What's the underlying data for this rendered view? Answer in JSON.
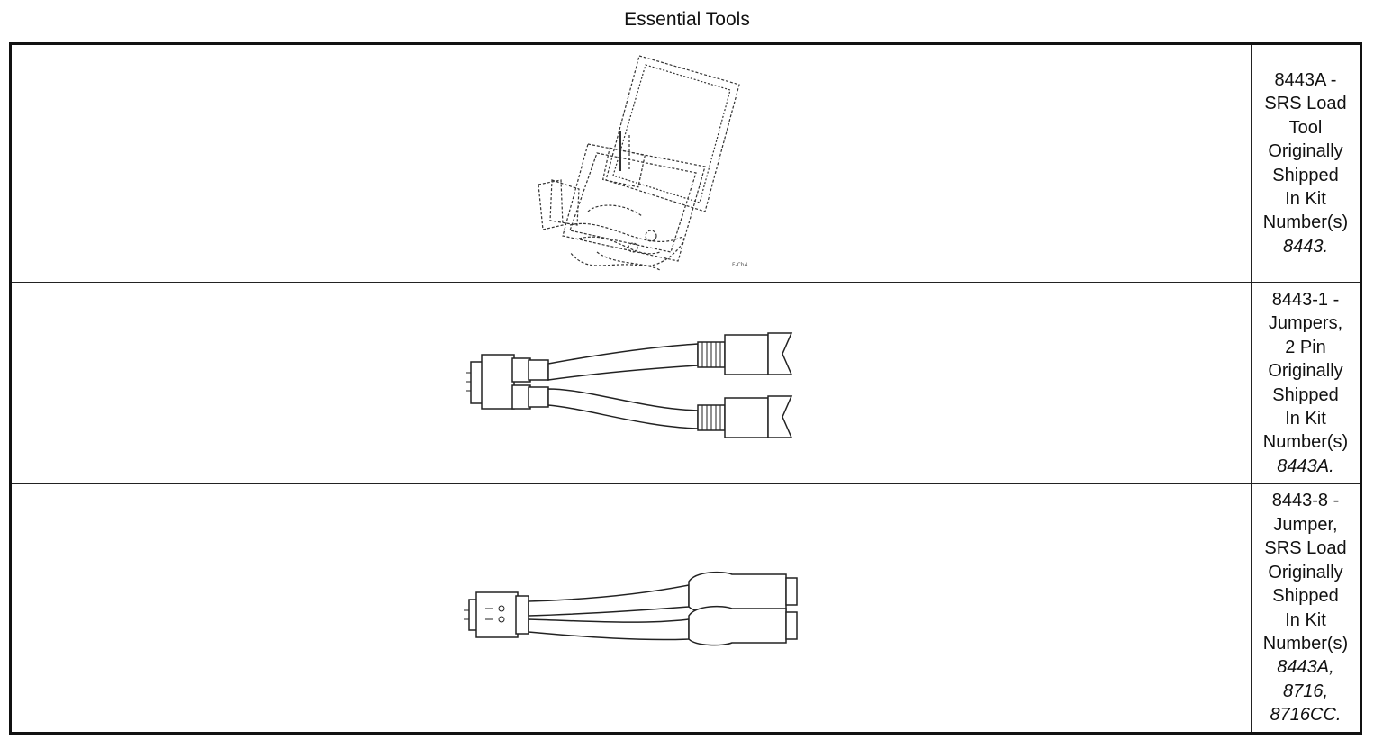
{
  "page": {
    "title": "Essential Tools"
  },
  "tools": [
    {
      "number_line": "8443A -",
      "name_lines": [
        "SRS Load",
        "Tool"
      ],
      "shipped_lines": [
        "Originally",
        "Shipped",
        "In Kit",
        "Number(s)"
      ],
      "kits": [
        "8443."
      ],
      "illustration": "srs-load-tool-kit-illustration"
    },
    {
      "number_line": "8443-1 -",
      "name_lines": [
        "Jumpers,",
        "2 Pin"
      ],
      "shipped_lines": [
        "Originally",
        "Shipped",
        "In Kit",
        "Number(s)"
      ],
      "kits": [
        "8443A."
      ],
      "illustration": "two-pin-jumpers-illustration"
    },
    {
      "number_line": "8443-8 -",
      "name_lines": [
        "Jumper,",
        "SRS Load"
      ],
      "shipped_lines": [
        "Originally",
        "Shipped",
        "In Kit",
        "Number(s)"
      ],
      "kits": [
        "8443A,",
        "8716,",
        "8716CC."
      ],
      "illustration": "srs-load-jumper-illustration"
    }
  ]
}
